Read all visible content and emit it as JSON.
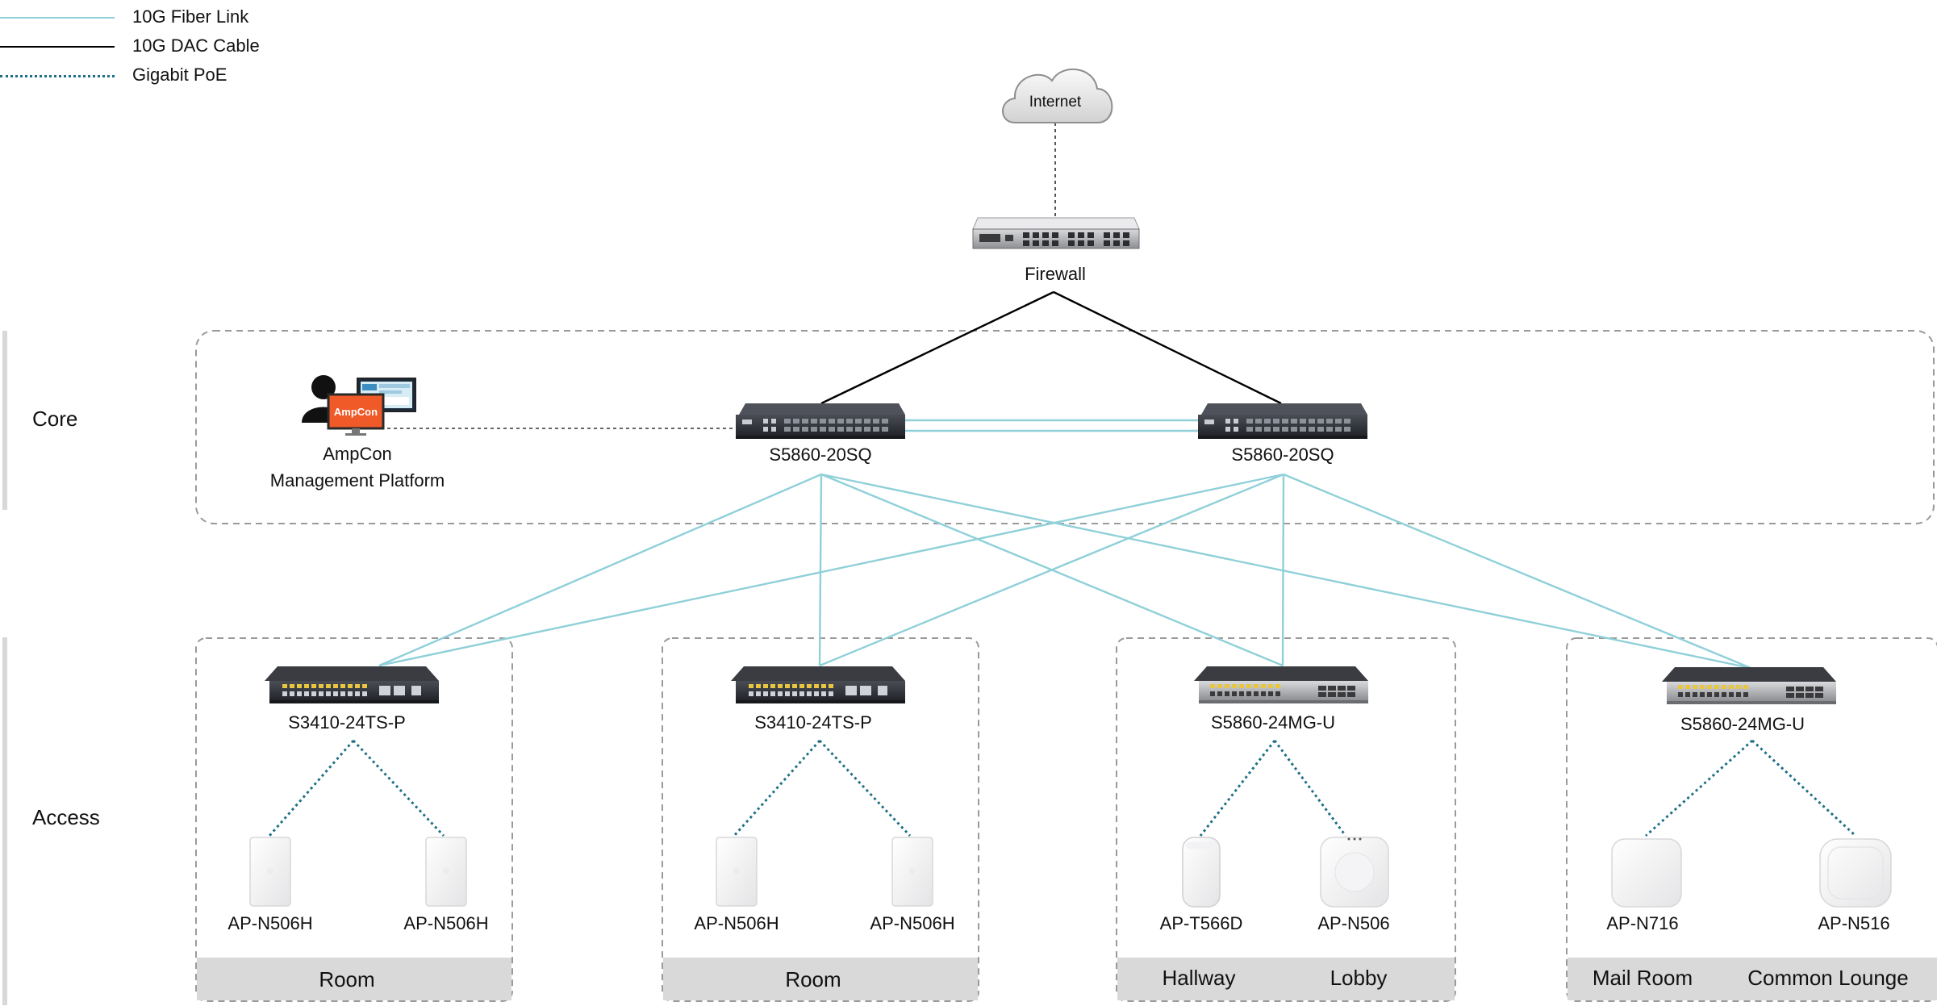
{
  "legend": [
    {
      "label": "10G Fiber Link",
      "color": "#8fd0d9",
      "style": "solid"
    },
    {
      "label": "10G DAC Cable",
      "color": "#000000",
      "style": "solid"
    },
    {
      "label": "Gigabit PoE",
      "color": "#1e6f86",
      "style": "dotted"
    }
  ],
  "sections": {
    "core": "Core",
    "access": "Access"
  },
  "internet": {
    "label": "Internet"
  },
  "firewall": {
    "label": "Firewall"
  },
  "management": {
    "brand": "AmpCon",
    "line1": "AmpCon",
    "line2": "Management Platform"
  },
  "core_switches": [
    {
      "label": "S5860-20SQ"
    },
    {
      "label": "S5860-20SQ"
    }
  ],
  "access_groups": [
    {
      "switch": "S3410-24TS-P",
      "aps": [
        "AP-N506H",
        "AP-N506H"
      ],
      "zones": [
        "Room"
      ]
    },
    {
      "switch": "S3410-24TS-P",
      "aps": [
        "AP-N506H",
        "AP-N506H"
      ],
      "zones": [
        "Room"
      ]
    },
    {
      "switch": "S5860-24MG-U",
      "aps": [
        "AP-T566D",
        "AP-N506"
      ],
      "zones": [
        "Hallway",
        "Lobby"
      ]
    },
    {
      "switch": "S5860-24MG-U",
      "aps": [
        "AP-N716",
        "AP-N516"
      ],
      "zones": [
        "Mail Room",
        "Common Lounge"
      ]
    }
  ],
  "colors": {
    "fiber": "#8fd0d9",
    "dac": "#000000",
    "poe": "#1e6f86",
    "brand_orange": "#f05a28"
  }
}
